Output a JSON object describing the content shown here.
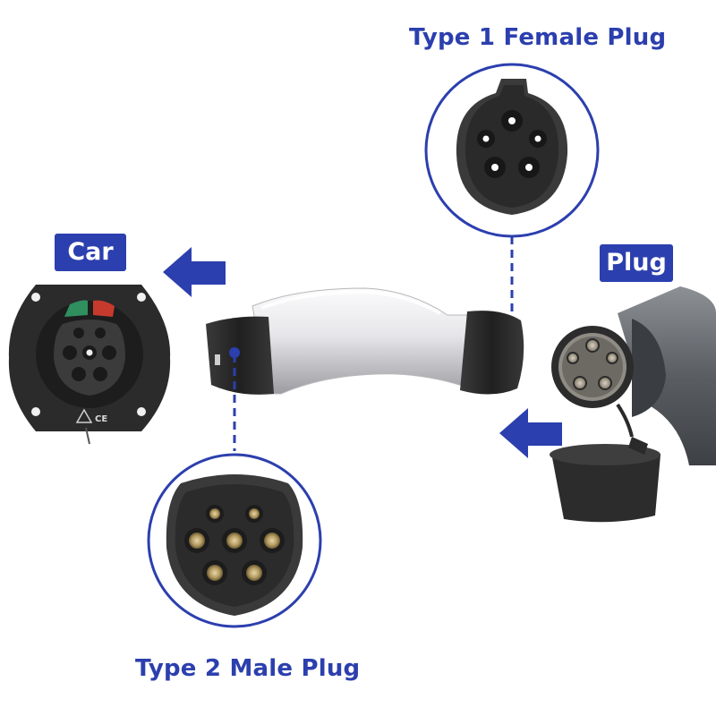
{
  "labels": {
    "type1": "Type 1 Female Plug",
    "type2": "Type 2 Male Plug",
    "car": "Car",
    "plug": "Plug"
  },
  "inlet_marks": "CE",
  "colors": {
    "accent": "#2c3fae",
    "adapter_body": "#e7e7ea",
    "dark_plastic": "#2a2a2a",
    "green_tab": "#2f8f5f",
    "red_tab": "#c63a2e"
  }
}
